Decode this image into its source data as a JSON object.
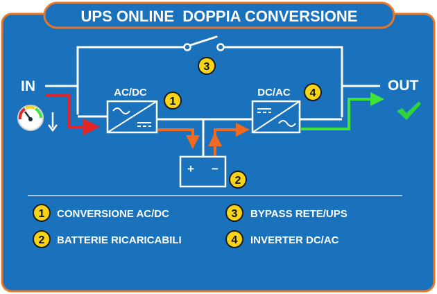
{
  "title": "UPS ONLINE  DOPPIA CONVERSIONE",
  "labels": {
    "in": "IN",
    "out": "OUT",
    "acdc": "AC/DC",
    "dcac": "DC/AC",
    "battery_plus": "+",
    "battery_minus": "−"
  },
  "markers": {
    "acdc": "1",
    "battery": "2",
    "bypass": "3",
    "inverter": "4"
  },
  "legend": [
    {
      "number": "1",
      "text": "CONVERSIONE AC/DC"
    },
    {
      "number": "2",
      "text": "BATTERIE RICARICABILI"
    },
    {
      "number": "3",
      "text": "BYPASS RETE/UPS"
    },
    {
      "number": "4",
      "text": "INVERTER DC/AC"
    }
  ],
  "colors": {
    "background": "#1a72bd",
    "border": "#e8772a",
    "line": "#ffffff",
    "input_flow": "#e3262a",
    "battery_flow": "#f06a22",
    "output_flow": "#3fe33b",
    "marker_fill": "#f7d418",
    "check": "#2ed43a"
  },
  "icons": {
    "meter": "gauge-icon",
    "check": "checkmark-icon",
    "ac_wave": "sine-wave-icon",
    "dc": "dc-symbol-icon"
  }
}
